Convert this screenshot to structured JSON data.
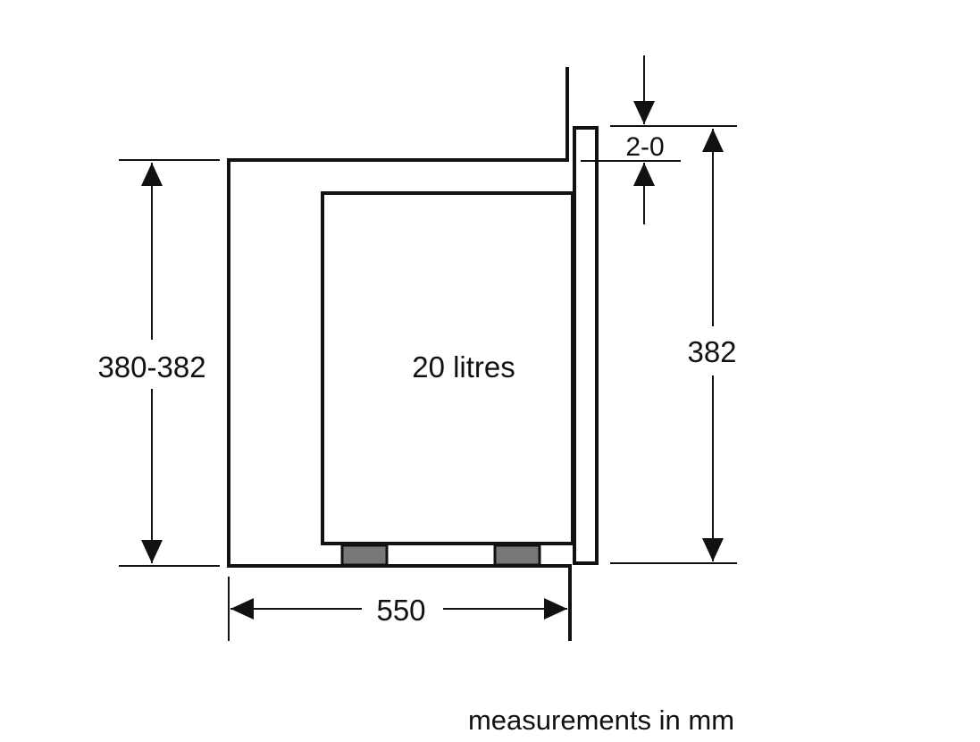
{
  "labels": {
    "height_cabinet": "380-382",
    "volume": "20 litres",
    "height_appliance": "382",
    "gap": "2-0",
    "depth": "550",
    "units_note": "measurements in mm"
  },
  "colors": {
    "line": "#111111",
    "feet": "#777777"
  }
}
